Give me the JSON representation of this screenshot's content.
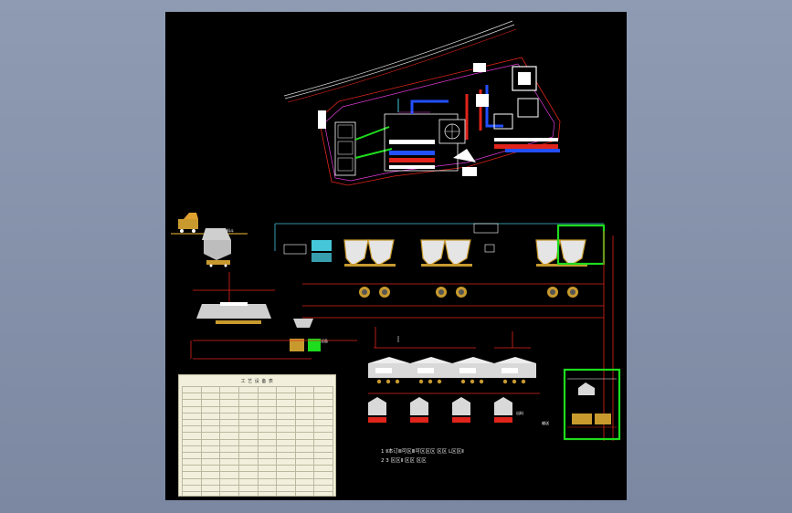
{
  "colors": {
    "background": "#808ba5",
    "sheet": "#000000",
    "pipe_red": "#e0241b",
    "pipe_cyan": "#45c6d9",
    "equipment_gold": "#c89a2e",
    "highlight_green": "#1edc1e",
    "bin_gray": "#d9d9d9",
    "site_magenta": "#e23ad9",
    "site_blue": "#2350ff"
  },
  "notes": {
    "line1": "1  Ⅱ本订Ⅲ可区Ⅲ可区区区   区区  L区区Ⅱ",
    "line2": "2  3 区区Ⅱ  区区 区区"
  },
  "legend": {
    "title": "工 艺 设 备 表",
    "rows": 20
  },
  "icons": [
    "truck-icon",
    "hopper-icon",
    "crusher-icon",
    "pump-icon",
    "silo-icon"
  ]
}
